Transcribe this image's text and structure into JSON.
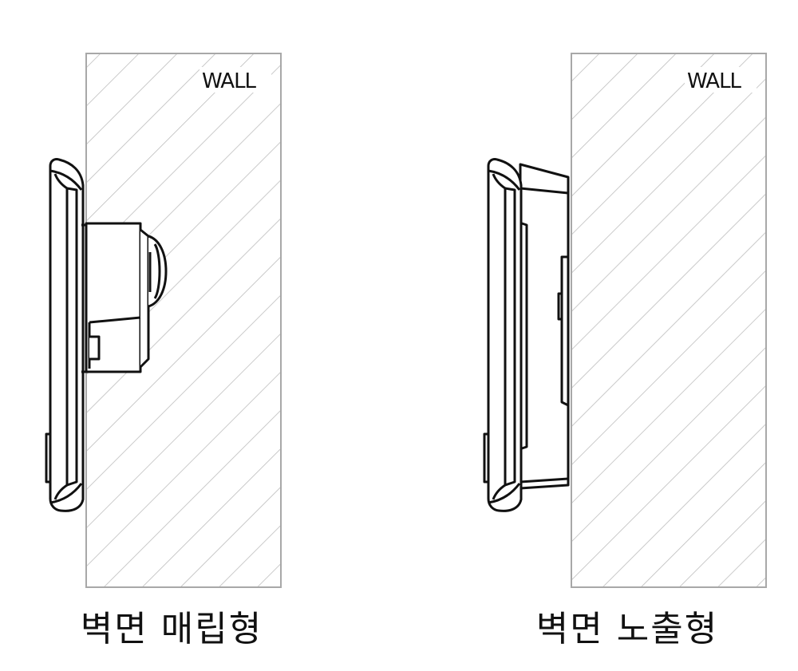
{
  "wall_label": "WALL",
  "panels": [
    {
      "id": "recessed",
      "caption": "벽면 매립형"
    },
    {
      "id": "surface",
      "caption": "벽면 노출형"
    }
  ],
  "colors": {
    "line": "#111111",
    "wall_border": "#a8a8a8",
    "hatch": "#bdbdbd",
    "label_bg": "#ffffff"
  }
}
